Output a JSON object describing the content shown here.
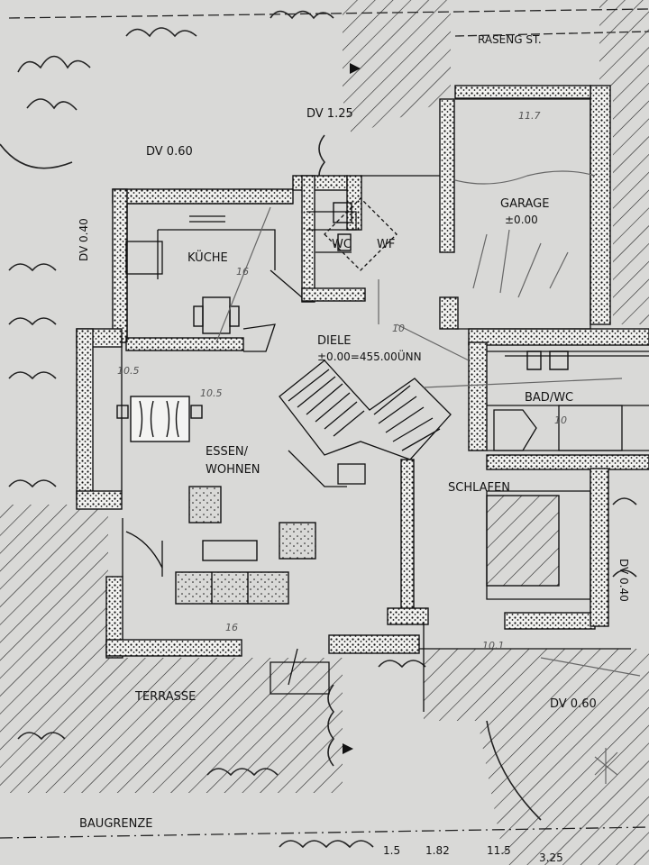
{
  "labels": {
    "street": "RASENG ST.",
    "dv_top": "DV 1.25",
    "dv_left_top": "DV 0.60",
    "dv_side_left": "DV 0.40",
    "dv_side_right": "DV 0.40",
    "dv_bottom_right": "DV 0.60",
    "wc": "WC",
    "wf": "WF",
    "garage": "GARAGE",
    "garage_level": "±0.00",
    "kueche": "KÜCHE",
    "diele": "DIELE",
    "diele_level": "±0.00=455.00ÜNN",
    "bad_wc": "BAD/WC",
    "essen": "ESSEN/",
    "wohnen": "WOHNEN",
    "schlafen": "SCHLAFEN",
    "terrasse": "TERRASSE",
    "baugrenze": "BAUGRENZE",
    "dim_1": "1.5",
    "dim_2": "1.82",
    "dim_3": "11.5",
    "dim_4": "3.25"
  },
  "annotations": {
    "kitchen_area": "16",
    "dining_left": "10.5",
    "dining_mid": "10.5",
    "diele_area": "10",
    "bath_area": "10",
    "sleep_area": "10.1",
    "garage_area": "11.7",
    "living_bottom": "16"
  },
  "colors": {
    "paper": "#d9d9d7",
    "ink": "#141414",
    "pencil": "#666666"
  }
}
